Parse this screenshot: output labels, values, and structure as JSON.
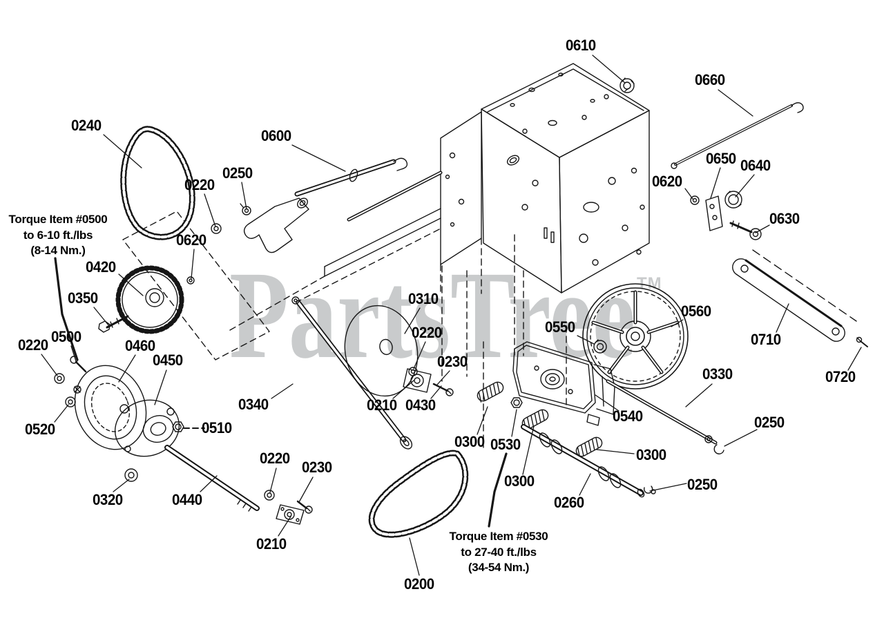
{
  "watermark": {
    "text": "PartsTree",
    "tm": "TM",
    "color": "#c9cbcc"
  },
  "notes": {
    "torque_0500": {
      "line1": "Torque Item #0500",
      "line2": "to 6-10 ft./lbs",
      "line3": "(8-14 Nm.)"
    },
    "torque_0530": {
      "line1": "Torque Item #0530",
      "line2": "to 27-40 ft./lbs",
      "line3": "(34-54 Nm.)"
    }
  },
  "callouts": [
    "0610",
    "0660",
    "0240",
    "0600",
    "0250",
    "0220",
    "0650",
    "0640",
    "0620",
    "0630",
    "0620",
    "0420",
    "0350",
    "0310",
    "0500",
    "0220",
    "0460",
    "0450",
    "0220",
    "0230",
    "0550",
    "0560",
    "0710",
    "0720",
    "0330",
    "0520",
    "0510",
    "0340",
    "0210",
    "0430",
    "0300",
    "0530",
    "0540",
    "0250",
    "0300",
    "0320",
    "0440",
    "0220",
    "0230",
    "0300",
    "0260",
    "0250",
    "0210",
    "0200"
  ]
}
